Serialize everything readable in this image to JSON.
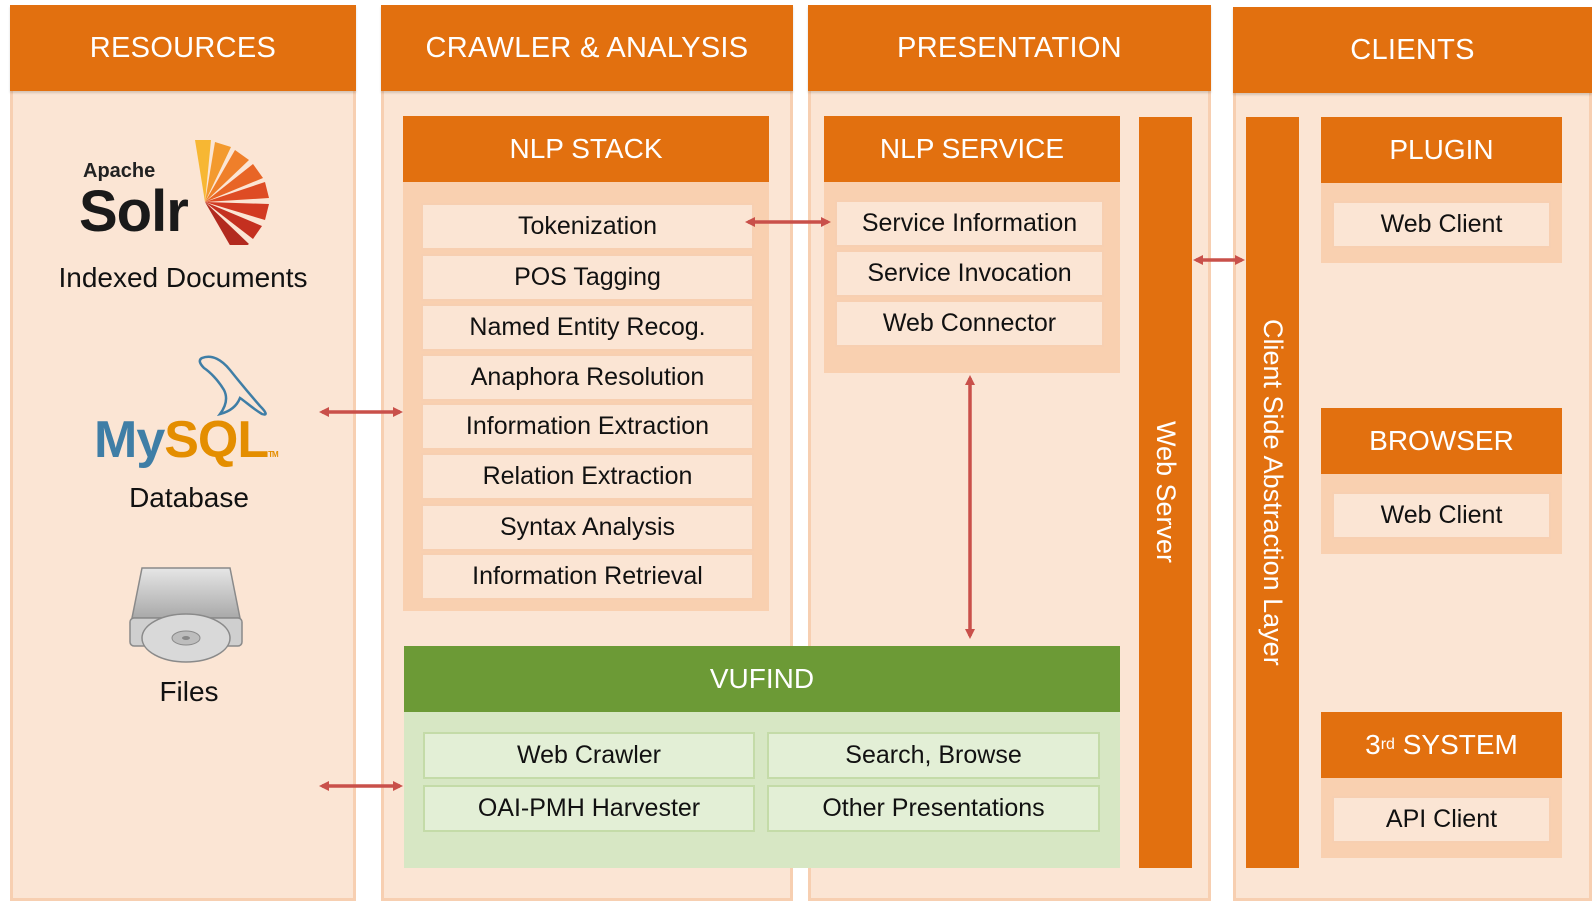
{
  "columns": {
    "resources": "RESOURCES",
    "crawler": "CRAWLER & ANALYSIS",
    "presentation": "PRESENTATION",
    "clients": "CLIENTS"
  },
  "resources": {
    "solr_small": "Apache",
    "solr_big": "Solr",
    "solr_label": "Indexed Documents",
    "mysql_my": "My",
    "mysql_sql": "SQL",
    "mysql_tm": "TM",
    "mysql_label": "Database",
    "files_label": "Files"
  },
  "nlp_stack": {
    "title": "NLP STACK",
    "items": [
      "Tokenization",
      "POS Tagging",
      "Named Entity Recog.",
      "Anaphora Resolution",
      "Information Extraction",
      "Relation Extraction",
      "Syntax Analysis",
      "Information Retrieval"
    ]
  },
  "nlp_service": {
    "title": "NLP SERVICE",
    "items": [
      "Service Information",
      "Service Invocation",
      "Web Connector"
    ]
  },
  "vufind": {
    "title": "VUFIND",
    "items": [
      "Web Crawler",
      "Search, Browse",
      "OAI-PMH Harvester",
      "Other Presentations"
    ]
  },
  "web_server": "Web Server",
  "client_layer": "Client Side Abstraction Layer",
  "clients": {
    "plugin": {
      "title": "PLUGIN",
      "item": "Web Client"
    },
    "browser": {
      "title": "BROWSER",
      "item": "Web Client"
    },
    "system": {
      "title_sup": "rd",
      "title_pre": "3",
      "title_post": " SYSTEM",
      "item": "API Client"
    }
  },
  "colors": {
    "orange": "#e2700f",
    "light_peach": "#fbe5d4",
    "peach": "#f9d0b0",
    "green": "#6c9a36",
    "light_green": "#d7e7c4",
    "arrow": "#c9504a"
  }
}
